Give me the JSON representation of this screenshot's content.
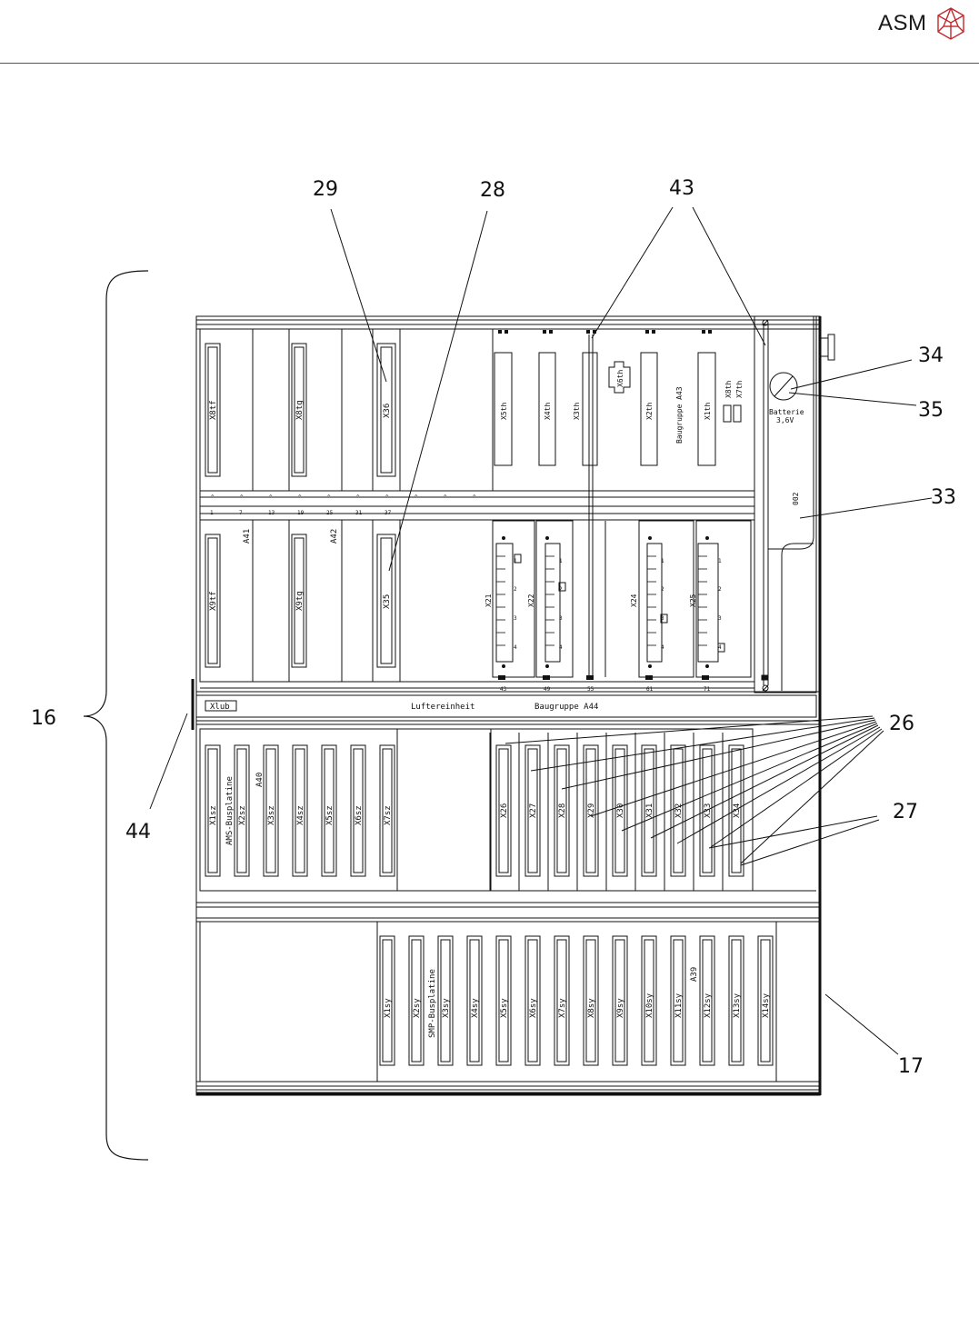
{
  "header": {
    "logo_text": "ASM",
    "logo_color": "#c0282d"
  },
  "callouts": {
    "c29": "29",
    "c28": "28",
    "c43": "43",
    "c34": "34",
    "c35": "35",
    "c33": "33",
    "c16": "16",
    "c26": "26",
    "c27": "27",
    "c44": "44",
    "c17": "17"
  },
  "upper_left_connectors": [
    "X8tf",
    "X8tg",
    "X36"
  ],
  "upper_right_connectors": [
    "X5th",
    "X4th",
    "X3th",
    "X2th",
    "X1th"
  ],
  "upper_right_extra": {
    "x6th": "X6th",
    "baugruppe_a43": "Baugruppe A43",
    "x8th": "X8th",
    "x7th": "X7th",
    "batterie": "Batterie",
    "batterie_voltage": "3,6V",
    "side_code": "002"
  },
  "mid_left_connectors": [
    "X9tf",
    "X9tg",
    "X35"
  ],
  "mid_labels": {
    "a41": "A41",
    "a42": "A42"
  },
  "terminal_blocks": [
    "X21",
    "X22",
    "X24",
    "X25"
  ],
  "bottom_pin_numbers": [
    "43",
    "49",
    "55",
    "61",
    "71"
  ],
  "fan_unit": {
    "xlub": "Xlub",
    "title": "Luftereinheit",
    "baugruppe": "Baugruppe A44"
  },
  "ams_connectors": [
    "X1sz",
    "X2sz",
    "X3sz",
    "X4sz",
    "X5sz",
    "X6sz",
    "X7sz"
  ],
  "ams_labels": {
    "backplane": "AMS-Busplatine",
    "a40": "A40"
  },
  "module_connectors": [
    "X26",
    "X27",
    "X28",
    "X29",
    "X30",
    "X31",
    "X32",
    "X33",
    "X34"
  ],
  "smp_connectors": [
    "X1sy",
    "X2sy",
    "X3sy",
    "X4sy",
    "X5sy",
    "X6sy",
    "X7sy",
    "X8sy",
    "X9sy",
    "X10sy",
    "X11sy",
    "X12sy",
    "X13sy",
    "X14sy"
  ],
  "smp_labels": {
    "backplane": "SMP-Busplatine",
    "a39": "A39"
  }
}
